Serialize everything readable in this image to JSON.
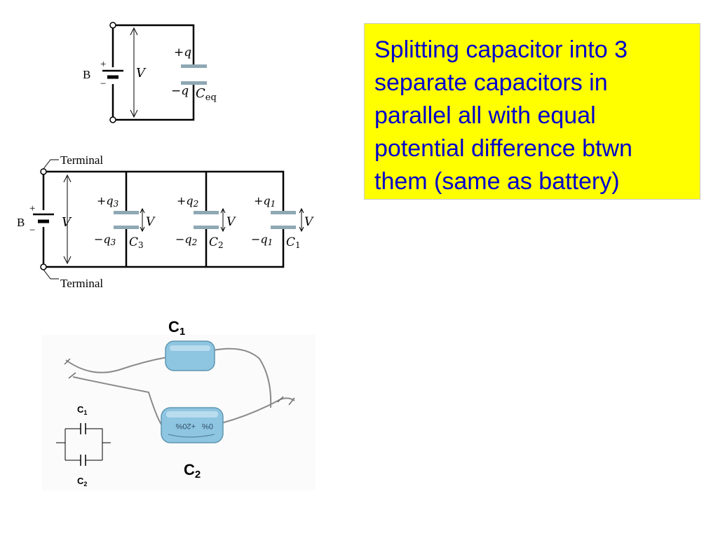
{
  "callout": {
    "text": "Splitting capacitor into 3 separate capacitors in parallel all with equal potential difference btwn them (same as battery)",
    "background": "#ffff00",
    "color": "#0000cc"
  },
  "top_circuit": {
    "battery_label": "B",
    "plus": "+",
    "minus": "−",
    "voltage": "V",
    "charge_plus": "+q",
    "charge_minus": "−q",
    "cap_label": "C",
    "cap_sub": "eq"
  },
  "parallel_circuit": {
    "terminal_top": "Terminal",
    "terminal_bottom": "Terminal",
    "battery_label": "B",
    "plus": "+",
    "minus": "−",
    "voltage": "V",
    "capacitors": [
      {
        "q_plus": "+q",
        "q_minus": "−q",
        "sub": "3",
        "name": "C",
        "v": "V"
      },
      {
        "q_plus": "+q",
        "q_minus": "−q",
        "sub": "2",
        "name": "C",
        "v": "V"
      },
      {
        "q_plus": "+q",
        "q_minus": "−q",
        "sub": "1",
        "name": "C",
        "v": "V"
      }
    ]
  },
  "photo": {
    "c1_label": "C",
    "c1_sub": "1",
    "c2_label": "C",
    "c2_sub": "2",
    "print_1": "+20%",
    "print_2": "0%",
    "body_color": "#8ec5e0"
  },
  "mini_schematic": {
    "c1_label": "C",
    "c1_sub": "1",
    "c2_label": "C",
    "c2_sub": "2"
  }
}
